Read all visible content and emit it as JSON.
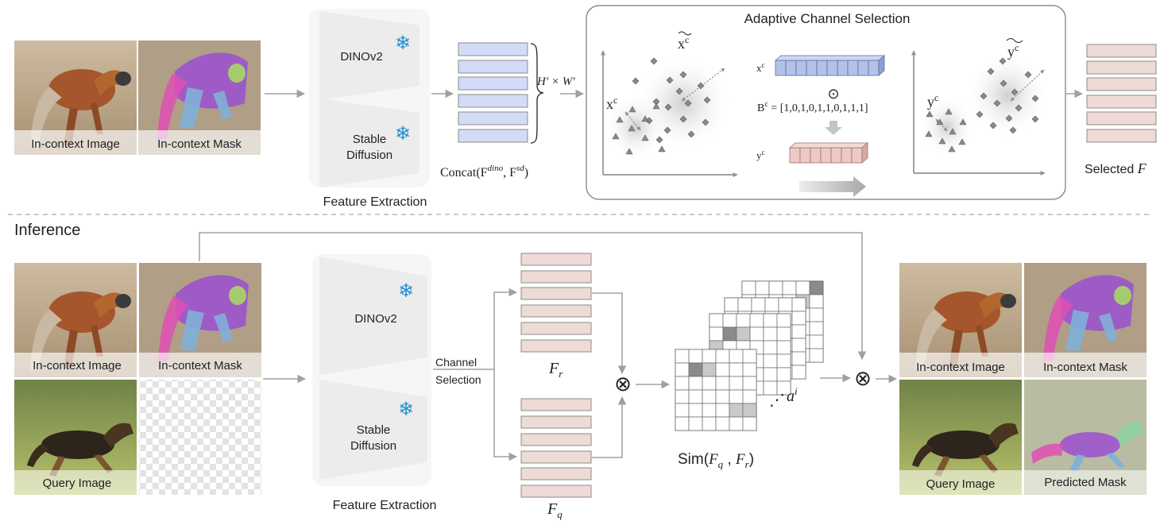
{
  "top": {
    "images": {
      "in_context_image": "In-context Image",
      "in_context_mask": "In-context Mask"
    },
    "extractor": {
      "dino": "DINOv2",
      "sd_line1": "Stable",
      "sd_line2": "Diffusion",
      "caption": "Feature Extraction"
    },
    "concat": {
      "dims": "H′ × W′",
      "label": "Concat(F",
      "sup_dino": "dino",
      "sep": ", F",
      "sup_sd": "sd",
      "close": ")"
    },
    "acs": {
      "title": "Adaptive Channel Selection",
      "xc": "x",
      "xc_sup": "c",
      "xc_tilde": "x",
      "xc_tilde_sup": "c",
      "bar_xc": "x",
      "bar_xc_sup": "c",
      "odot": "⊙",
      "bc_lhs": "B",
      "bc_sup": "c",
      "bc_rhs": " = [1,0,1,0,1,1,0,1,1,1]",
      "bar_yc": "y",
      "bar_yc_sup": "c",
      "yc": "y",
      "yc_sup": "c",
      "yc_tilde": "y",
      "yc_tilde_sup": "c"
    },
    "selected": {
      "label": "Selected ",
      "var": "F"
    }
  },
  "inference": {
    "title": "Inference",
    "images": {
      "in_context_image": "In-context Image",
      "in_context_mask": "In-context Mask",
      "query_image": "Query Image"
    },
    "extractor": {
      "dino": "DINOv2",
      "sd_line1": "Stable",
      "sd_line2": "Diffusion",
      "caption": "Feature Extraction"
    },
    "channel_selection": {
      "line1": "Channel",
      "line2": "Selection"
    },
    "fr": {
      "var": "F",
      "sub": "r"
    },
    "fq": {
      "var": "F",
      "sub": "q"
    },
    "otimes": "⊗",
    "sim": {
      "prefix": "Sim(",
      "f1": "F",
      "s1": "q",
      "mid": " , ",
      "f2": "F",
      "s2": "r",
      "close": ")"
    },
    "ai": {
      "dots": "⋰",
      "var": "a",
      "sup": "i"
    },
    "outputs": {
      "in_context_image": "In-context Image",
      "in_context_mask": "In-context Mask",
      "query_image": "Query Image",
      "predicted_mask": "Predicted Mask"
    }
  },
  "colors": {
    "feature_blue": "#d3dcf6",
    "feature_pink": "#eedad6",
    "arrow_gray": "#a0a0a0",
    "highlight_gray": "#8a8a8a"
  }
}
